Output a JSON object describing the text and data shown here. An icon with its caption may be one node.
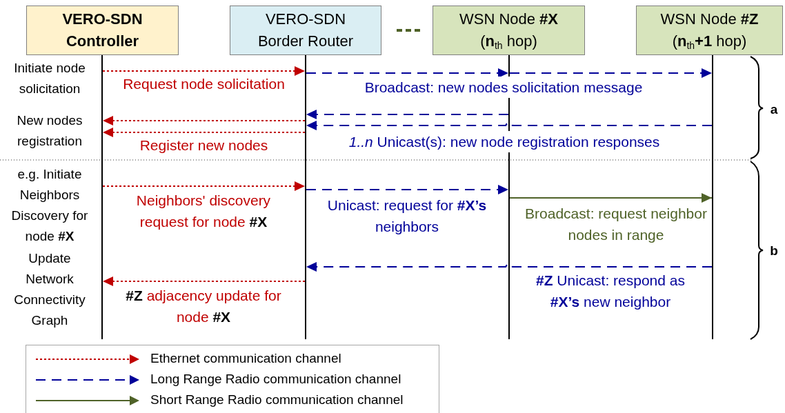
{
  "diagram": {
    "nodes": [
      {
        "text": [
          "VERO-SDN Controller"
        ]
      },
      {
        "text": [
          "VERO-SDN Border Router"
        ]
      },
      {
        "text": [
          "WSN Node **#X** (**n**$_{th}$ hop)"
        ]
      },
      {
        "text": [
          "WSN Node **#Z** (**n**$_{th}$**+1** hop)"
        ]
      },
      {
        "text": [],
        "shape": "bar"
      },
      {
        "text": [],
        "shape": "bar"
      },
      {
        "text": [],
        "shape": "bar"
      },
      {
        "text": [],
        "shape": "bar"
      }
    ],
    "edges": [
      {
        "from": 4,
        "to": 5,
        "arrow": "to",
        "label": "Request node solicitation",
        "style": "dashed",
        "color": "#c00000"
      },
      {
        "from": 5,
        "to": 6,
        "arrow": "to",
        "label": "Broadcast: new nodes solicitation message",
        "style": "dashed",
        "color": "#000099"
      },
      {
        "from": 6,
        "to": 7,
        "arrow": "to",
        "style": "dashed",
        "color": "#000099"
      },
      {
        "from": 6,
        "to": 5,
        "arrow": "to",
        "style": "dashed",
        "color": "#000099"
      },
      {
        "from": 7,
        "to": 5,
        "arrow": "to",
        "label": "*1..n* Unicast(s): new node registration responses",
        "style": "dashed",
        "color": "#000099"
      },
      {
        "from": 5,
        "to": 4,
        "arrow": "to",
        "style": "dashed",
        "color": "#c00000"
      },
      {
        "from": 5,
        "to": 4,
        "arrow": "to",
        "label": "Register new nodes",
        "style": "dashed",
        "color": "#c00000"
      },
      {
        "from": 4,
        "to": 5,
        "arrow": "to",
        "label": "Neighbors' discovery request for node **#X**",
        "style": "dashed",
        "color": "#c00000"
      },
      {
        "from": 5,
        "to": 6,
        "arrow": "to",
        "label": "Unicast: request for **#X’s** neighbors",
        "style": "dashed",
        "color": "#000099"
      },
      {
        "from": 6,
        "to": 7,
        "arrow": "to",
        "label": "Broadcast: request neighbor nodes in range",
        "color": "#4f6228"
      },
      {
        "from": 7,
        "to": 5,
        "arrow": "to",
        "label": "**#Z** Unicast: respond as **#X’s** new neighbor",
        "style": "dashed",
        "color": "#000099"
      },
      {
        "from": 5,
        "to": 4,
        "arrow": "to",
        "label": "**#Z** adjacency update for node **#X**",
        "style": "dashed",
        "color": "#c00000"
      }
    ],
    "labels": [
      "Initiate node solicitation",
      "New nodes registration",
      "e.g. Initiate Neighbors Discovery for node **#X**",
      "Update Network Connectivity Graph",
      "a",
      "b"
    ],
    "legend": [
      {
        "text": "Ethernet communication channel"
      },
      {
        "text": "Long Range Radio communication channel"
      },
      {
        "text": "Short Range Radio communication channel"
      }
    ]
  }
}
